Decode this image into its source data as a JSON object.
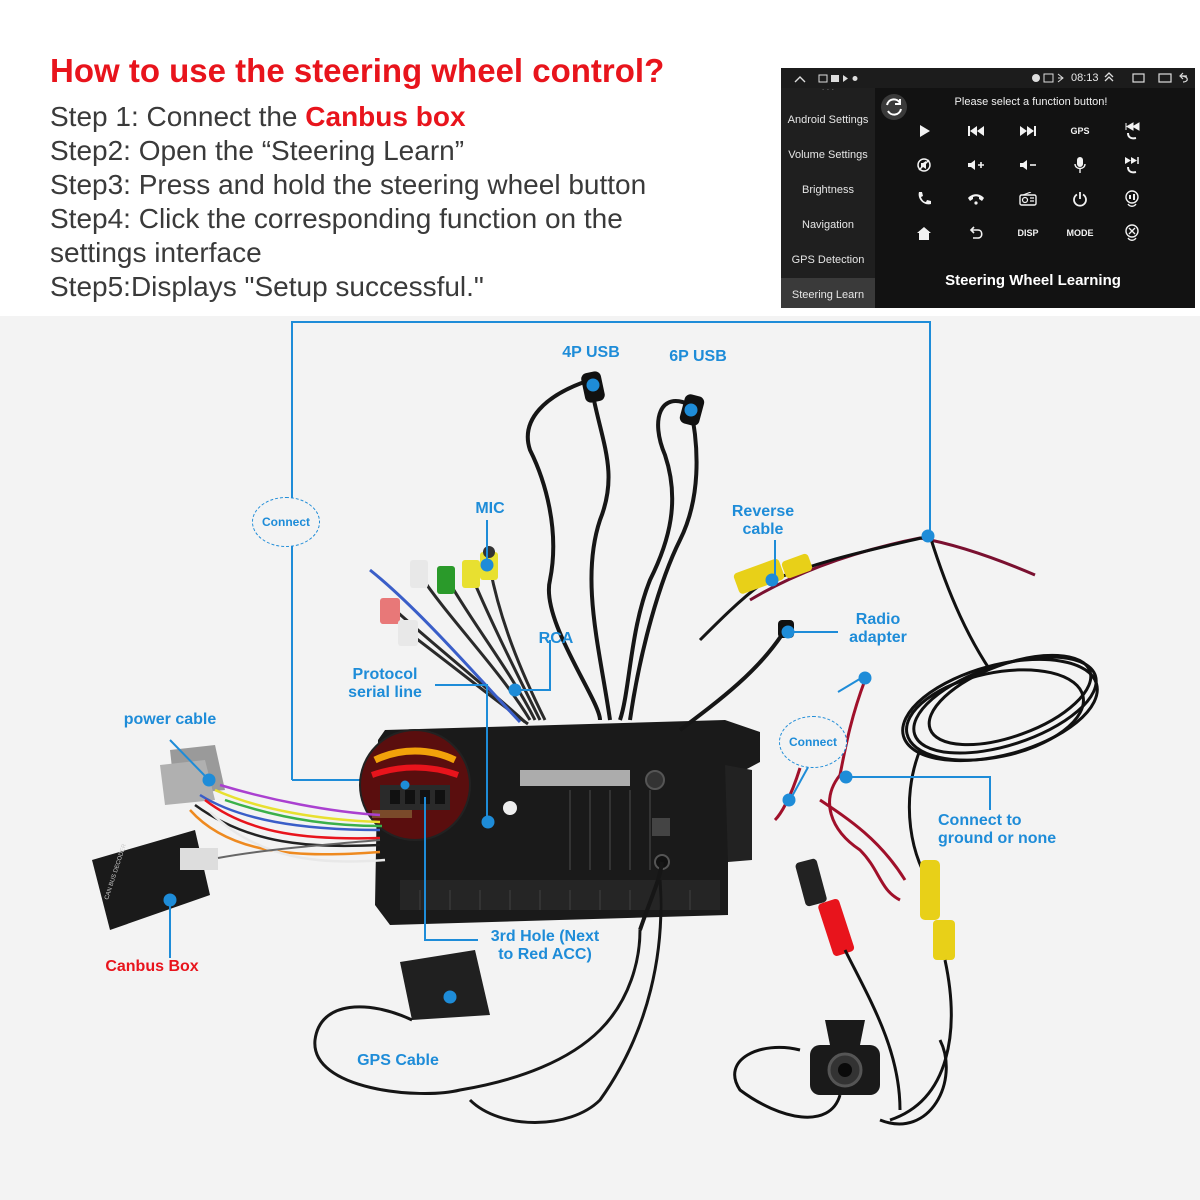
{
  "instructions": {
    "title": "How to use the steering wheel control?",
    "step1_prefix": "Step 1: Connect the ",
    "step1_highlight": "Canbus box",
    "step2": "Step2: Open the “Steering Learn”",
    "step3": "Step3: Press and hold the steering wheel button",
    "step4_line1": "Step4: Click the corresponding function on the",
    "step4_line2": "settings interface",
    "step5": "Step5:Displays \"Setup successful.\""
  },
  "screen": {
    "time": "08:13",
    "prompt": "Please select a function button!",
    "footer_title": "Steering Wheel Learning",
    "sidebar": [
      "Android Settings",
      "Volume Settings",
      "Brightness",
      "Navigation",
      "GPS Detection",
      "Steering Learn"
    ],
    "active_item": "Steering Learn",
    "buttons": [
      {
        "label": "",
        "icon": "play-icon"
      },
      {
        "label": "",
        "icon": "previous-track-icon"
      },
      {
        "label": "",
        "icon": "next-track-icon"
      },
      {
        "label": "GPS",
        "icon": ""
      },
      {
        "label": "",
        "icon": "phone-previous-icon"
      },
      {
        "label": "",
        "icon": "mute-icon"
      },
      {
        "label": "",
        "icon": "volume-up-icon"
      },
      {
        "label": "",
        "icon": "volume-down-icon"
      },
      {
        "label": "",
        "icon": "microphone-icon"
      },
      {
        "label": "",
        "icon": "phone-next-icon"
      },
      {
        "label": "",
        "icon": "call-answer-icon"
      },
      {
        "label": "",
        "icon": "call-hangup-icon"
      },
      {
        "label": "",
        "icon": "radio-icon"
      },
      {
        "label": "",
        "icon": "power-icon"
      },
      {
        "label": "",
        "icon": "voice-call-icon"
      },
      {
        "label": "",
        "icon": "home-icon"
      },
      {
        "label": "",
        "icon": "back-icon"
      },
      {
        "label": "DISP",
        "icon": ""
      },
      {
        "label": "MODE",
        "icon": ""
      },
      {
        "label": "",
        "icon": "call-reject-icon"
      }
    ]
  },
  "diagram": {
    "usb4p": "4P USB",
    "usb6p": "6P USB",
    "mic": "MIC",
    "reverse_cable": "Reverse\ncable",
    "connect_left": "Connect",
    "rca": "RCA",
    "radio_adapter": "Radio\nadapter",
    "protocol_serial": "Protocol\nserial line",
    "power_cable": "power cable",
    "connect_right": "Connect",
    "connect_ground": "Connect to\nground or none",
    "third_hole": "3rd Hole (Next\nto Red ACC)",
    "canbus_box": "Canbus Box",
    "gps_cable": "GPS Cable",
    "canbus_device_text": "CAN BUS DECODER"
  },
  "colors": {
    "accent_red": "#e8141c",
    "label_blue": "#1e8cd8",
    "unit_black": "#1a1a1a"
  }
}
